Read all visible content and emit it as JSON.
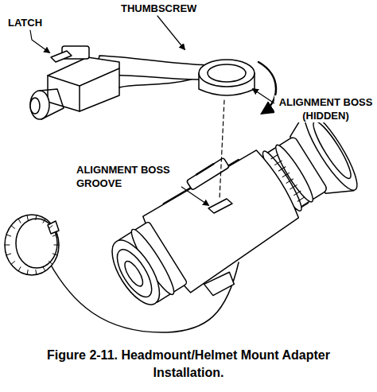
{
  "diagram": {
    "caption": "Figure 2-11. Headmount/Helmet Mount Adapter Installation.",
    "labels": [
      "THUMBSCREW",
      "LATCH",
      "ALIGNMENT BOSS (HIDDEN)",
      "ALIGNMENT BOSS GROOVE"
    ]
  }
}
